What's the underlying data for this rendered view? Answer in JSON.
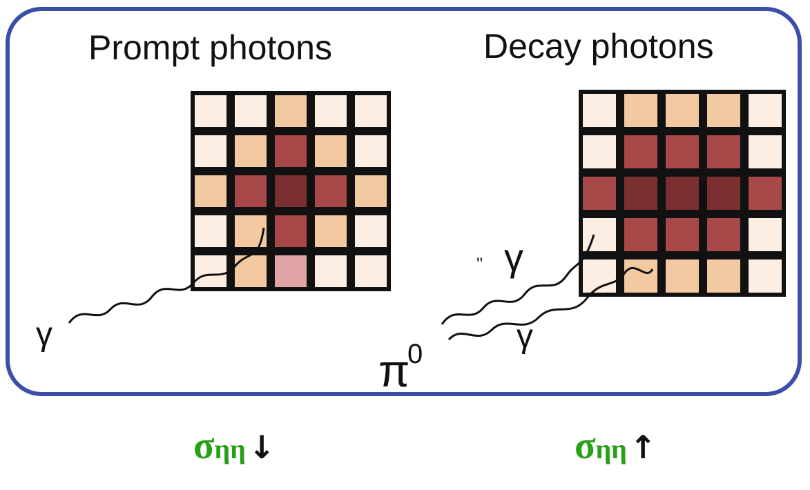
{
  "headings": {
    "prompt": "Prompt photons",
    "decay": "Decay photons"
  },
  "particles": {
    "prompt_photon": "γ",
    "decay_photon_1": "γ",
    "decay_photon_2": "γ",
    "pion_base": "π",
    "pion_charge": "0"
  },
  "labels": {
    "prompt": {
      "symbol": "σ",
      "subscript": "ηη",
      "arrow": "↓"
    },
    "decay": {
      "symbol": "σ",
      "subscript": "ηη",
      "arrow": "↑"
    }
  },
  "colors": {
    "border": "#3c4ea8",
    "label": "#28a018",
    "levels": [
      "#fdeee3",
      "#f2c9a0",
      "#a84848",
      "#7a3030",
      "#e0a4a4"
    ]
  },
  "grids": {
    "prompt": [
      [
        0,
        0,
        1,
        0,
        0
      ],
      [
        0,
        1,
        2,
        1,
        0
      ],
      [
        1,
        2,
        3,
        2,
        1
      ],
      [
        0,
        1,
        2,
        1,
        0
      ],
      [
        0,
        1,
        4,
        0,
        0
      ]
    ],
    "decay": [
      [
        0,
        1,
        1,
        1,
        0
      ],
      [
        0,
        2,
        2,
        2,
        0
      ],
      [
        2,
        3,
        3,
        3,
        2
      ],
      [
        0,
        2,
        2,
        2,
        0
      ],
      [
        0,
        1,
        1,
        1,
        0
      ]
    ]
  }
}
